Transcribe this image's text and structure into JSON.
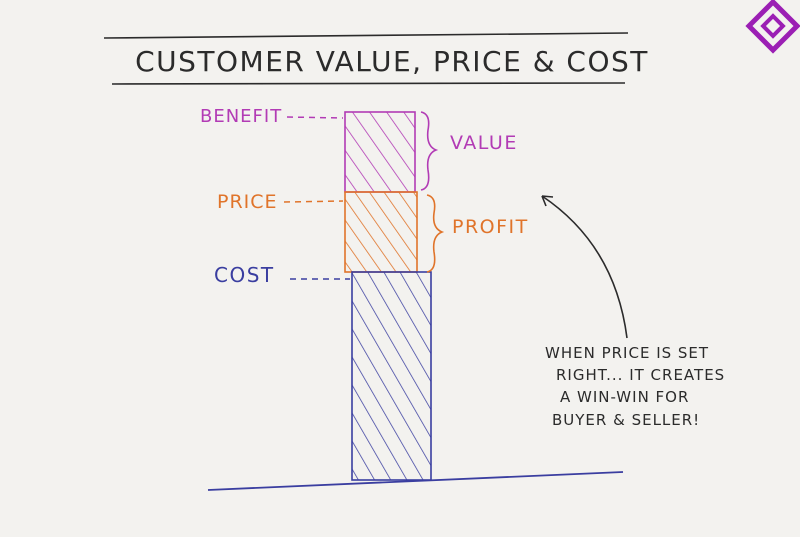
{
  "title": "CUSTOMER VALUE, PRICE & COST",
  "labels": {
    "benefit": "BENEFIT",
    "price": "PRICE",
    "cost": "COST",
    "value": "VALUE",
    "profit": "PROFIT"
  },
  "annotation": {
    "lines": [
      "WHEN PRICE IS SET",
      "RIGHT... IT CREATES",
      "A WIN-WIN FOR",
      "BUYER & SELLER!"
    ]
  },
  "colors": {
    "ink": "#2b2b2b",
    "value": "#b23bb5",
    "profit": "#e0742a",
    "cost": "#3a3ea0",
    "logo": "#9b1fb4"
  },
  "logo": {
    "icon": "diamond-logo-icon"
  }
}
